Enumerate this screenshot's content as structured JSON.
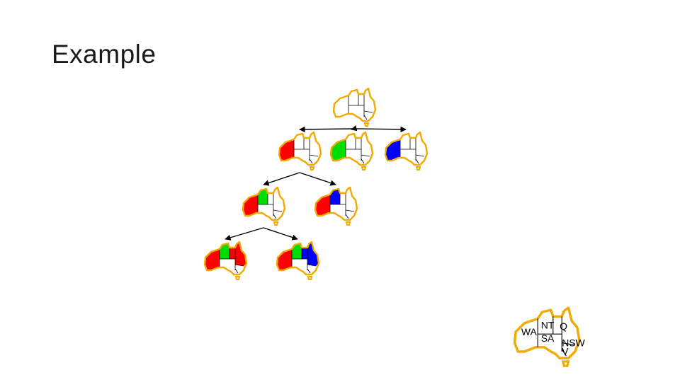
{
  "slide": {
    "title": "Example"
  },
  "colors": {
    "outline": "#f2a900",
    "red": "#ff0000",
    "green": "#00dd00",
    "blue": "#0000ff",
    "edge": "#000000"
  },
  "tree": {
    "nodes": [
      {
        "id": "root",
        "level": 0,
        "assignment": {}
      },
      {
        "id": "wa-r",
        "level": 1,
        "assignment": {
          "WA": "red"
        }
      },
      {
        "id": "wa-g",
        "level": 1,
        "assignment": {
          "WA": "green"
        }
      },
      {
        "id": "wa-b",
        "level": 1,
        "assignment": {
          "WA": "blue"
        }
      },
      {
        "id": "nt-g",
        "level": 2,
        "assignment": {
          "WA": "red",
          "NT": "green"
        }
      },
      {
        "id": "nt-b",
        "level": 2,
        "assignment": {
          "WA": "red",
          "NT": "blue"
        }
      },
      {
        "id": "q-r",
        "level": 3,
        "assignment": {
          "WA": "red",
          "NT": "green",
          "Q": "red"
        }
      },
      {
        "id": "q-b",
        "level": 3,
        "assignment": {
          "WA": "red",
          "NT": "green",
          "Q": "blue"
        }
      }
    ],
    "edges": [
      [
        "root",
        "wa-r"
      ],
      [
        "root",
        "wa-g"
      ],
      [
        "root",
        "wa-b"
      ],
      [
        "wa-r",
        "nt-g"
      ],
      [
        "wa-r",
        "nt-b"
      ],
      [
        "nt-g",
        "q-r"
      ],
      [
        "nt-g",
        "q-b"
      ]
    ]
  },
  "legend_map": {
    "labels": {
      "WA": "WA",
      "NT": "NT",
      "Q": "Q",
      "SA": "SA",
      "NSW": "NSW",
      "V": "V"
    }
  }
}
